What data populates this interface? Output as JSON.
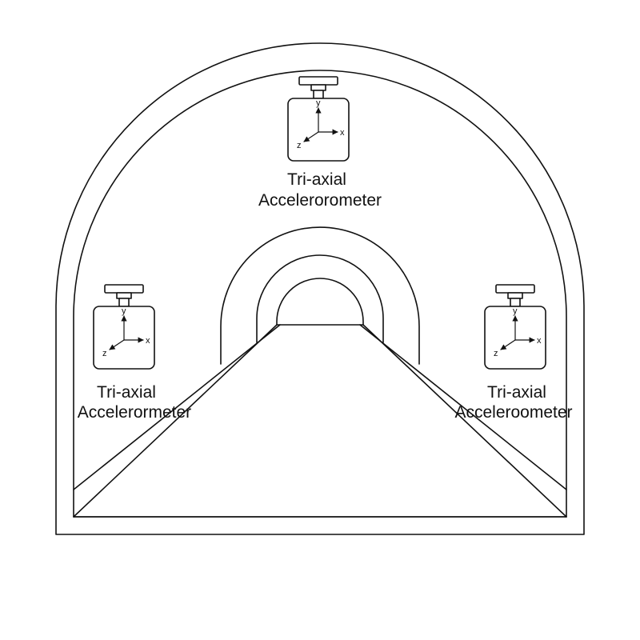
{
  "sensors": [
    {
      "id": "top",
      "label_line1": "Tri-axial",
      "label_line2": "Accelerorometer",
      "axes": {
        "y": "y",
        "x": "x",
        "z": "z"
      }
    },
    {
      "id": "left",
      "label_line1": "Tri-axial",
      "label_line2": "Accelerormeter",
      "axes": {
        "y": "y",
        "x": "x",
        "z": "z"
      }
    },
    {
      "id": "right",
      "label_line1": "Tri-axial",
      "label_line2": "Acceleroometer",
      "axes": {
        "y": "y",
        "x": "x",
        "z": "z"
      }
    }
  ],
  "colors": {
    "stroke": "#111111",
    "background": "#ffffff"
  }
}
